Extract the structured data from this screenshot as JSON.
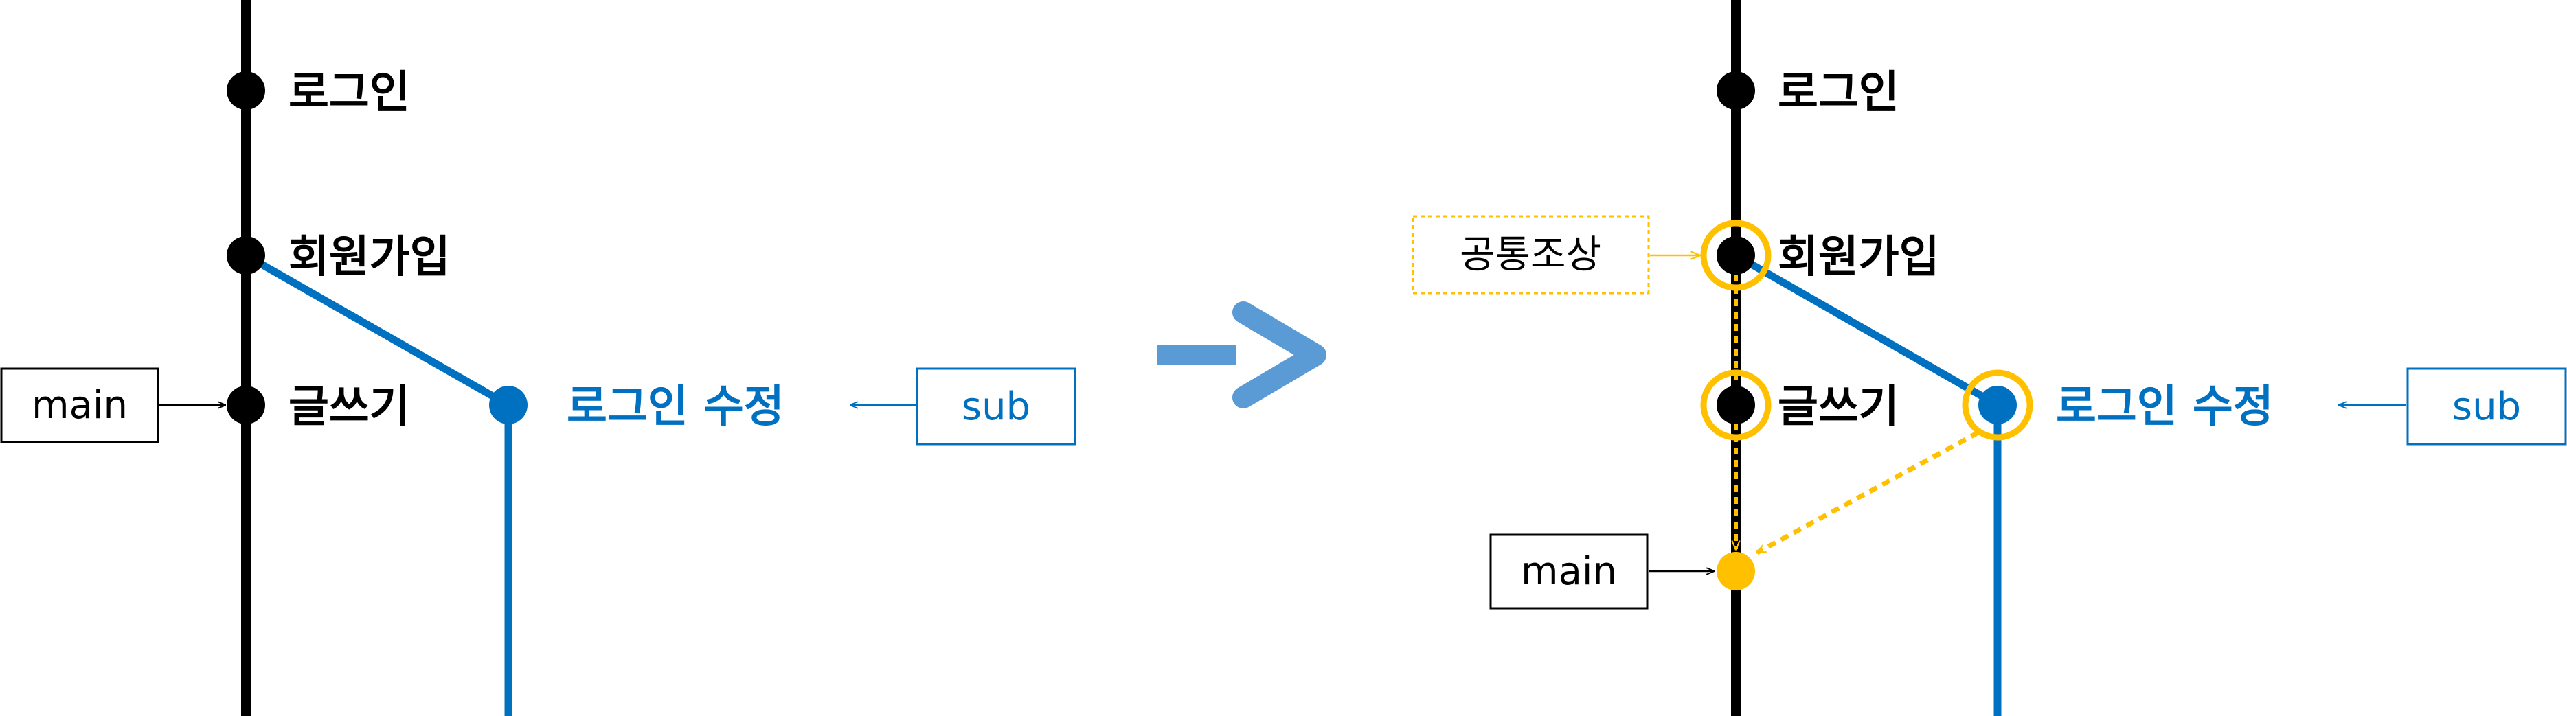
{
  "colors": {
    "main_branch": "#000000",
    "sub_branch": "#0070c0",
    "highlight": "#ffc000",
    "arrow": "#5b9bd5"
  },
  "before": {
    "commits": {
      "c1": "로그인",
      "c2": "회원가입",
      "c3": "글쓰기",
      "c4": "로그인 수정"
    },
    "refs": {
      "main": "main",
      "sub": "sub"
    }
  },
  "after": {
    "commits": {
      "c1": "로그인",
      "c2": "회원가입",
      "c3": "글쓰기",
      "c4": "로그인 수정"
    },
    "refs": {
      "main": "main",
      "sub": "sub",
      "common_ancestor": "공통조상"
    }
  },
  "transition_arrow": "right-arrow-icon"
}
